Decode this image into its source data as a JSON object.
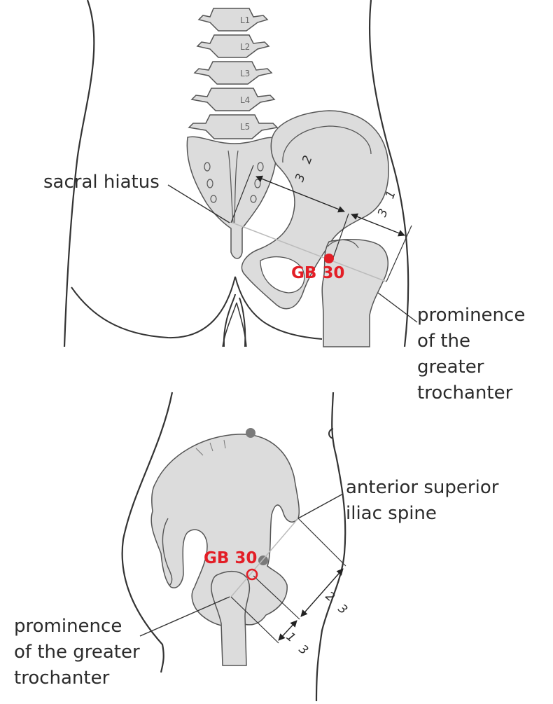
{
  "colors": {
    "bone_fill": "#dcdcdc",
    "outline": "#555555",
    "body_outline": "#333333",
    "acupoint": "#e31e26",
    "landmark_dot": "#7a7a7a",
    "measure_line": "#bbbbbb"
  },
  "posterior_view": {
    "vertebrae": [
      "L1",
      "L2",
      "L3",
      "L4",
      "L5"
    ],
    "label_sacral_hiatus": "sacral hiatus",
    "label_trochanter": [
      "prominence",
      "of the",
      "greater",
      "trochanter"
    ],
    "point_label": "GB 30",
    "fraction_two_thirds": {
      "numerator": "2",
      "denominator": "3"
    },
    "fraction_one_third": {
      "numerator": "1",
      "denominator": "3"
    }
  },
  "lateral_view": {
    "label_asis": [
      "anterior superior",
      "iliac spine"
    ],
    "label_trochanter": [
      "prominence",
      "of the greater",
      "trochanter"
    ],
    "point_label": "GB 30",
    "fraction_two_thirds": {
      "numerator": "2",
      "denominator": "3"
    },
    "fraction_one_third": {
      "numerator": "1",
      "denominator": "3"
    }
  }
}
